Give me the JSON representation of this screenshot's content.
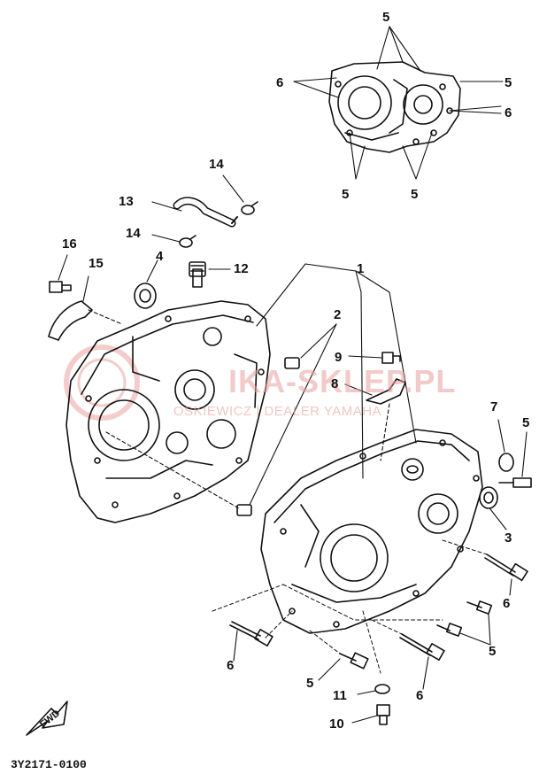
{
  "watermark": {
    "title": "IKA-SKLEP.PL",
    "subtitle": "OSKIEWICZ | DEALER YAMAHA"
  },
  "diagram_code": "3Y2171-0100",
  "fwd_label": "FWD",
  "callouts": {
    "c5a": "5",
    "c5b": "5",
    "c6a": "6",
    "c6b": "6",
    "c5c": "5",
    "c5d": "5",
    "c14a": "14",
    "c13": "13",
    "c14b": "14",
    "c16": "16",
    "c15": "15",
    "c4": "4",
    "c12": "12",
    "c1": "1",
    "c2": "2",
    "c9": "9",
    "c8": "8",
    "c7": "7",
    "c5e": "5",
    "c3": "3",
    "c6c": "6",
    "c5f": "5",
    "c6d": "6",
    "c5g": "5",
    "c11": "11",
    "c6e": "6",
    "c10": "10"
  }
}
